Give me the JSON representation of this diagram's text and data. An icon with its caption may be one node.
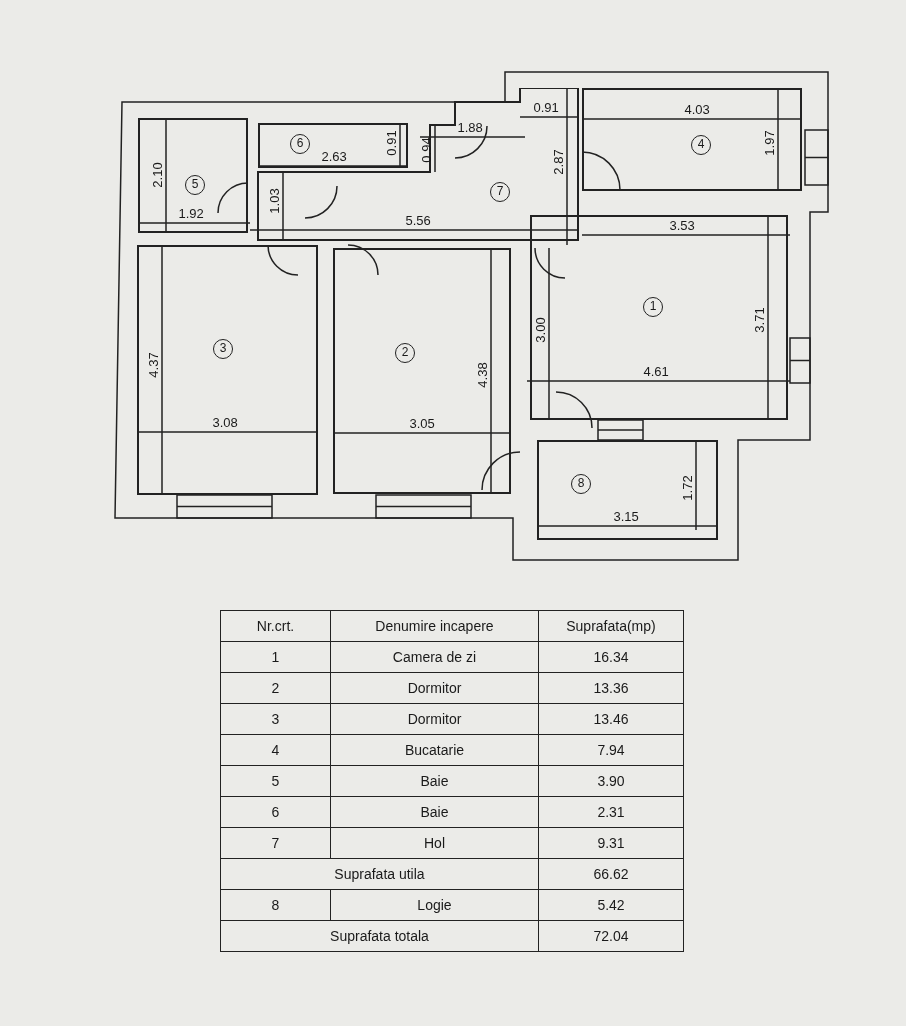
{
  "diagram": {
    "nodes": [
      {
        "text": [
          "1"
        ]
      },
      {
        "text": [
          "2"
        ]
      },
      {
        "text": [
          "3"
        ]
      },
      {
        "text": [
          "4"
        ]
      },
      {
        "text": [
          "5"
        ]
      },
      {
        "text": [
          "6"
        ]
      },
      {
        "text": [
          "7"
        ]
      },
      {
        "text": [
          "8"
        ]
      }
    ],
    "edges": [],
    "labels": [
      "0.91",
      "4.03",
      "1.88",
      "2.63",
      "0.91",
      "0.94",
      "2.10",
      "2.87",
      "1.97",
      "1.92",
      "1.03",
      "5.56",
      "3.53",
      "3.00",
      "4.37",
      "4.38",
      "3.71",
      "4.61",
      "3.08",
      "3.05",
      "1.72",
      "3.15",
      "Nr.crt.",
      "Denumire incapere",
      "Suprafata(mp)",
      "1",
      "Camera de zi",
      "16.34",
      "2",
      "Dormitor",
      "13.36",
      "3",
      "Dormitor",
      "13.46",
      "4",
      "Bucatarie",
      "7.94",
      "5",
      "Baie",
      "3.90",
      "6",
      "Baie",
      "2.31",
      "7",
      "Hol",
      "9.31",
      "Suprafata utila",
      "66.62",
      "8",
      "Logie",
      "5.42",
      "Suprafata totala",
      "72.04"
    ]
  }
}
